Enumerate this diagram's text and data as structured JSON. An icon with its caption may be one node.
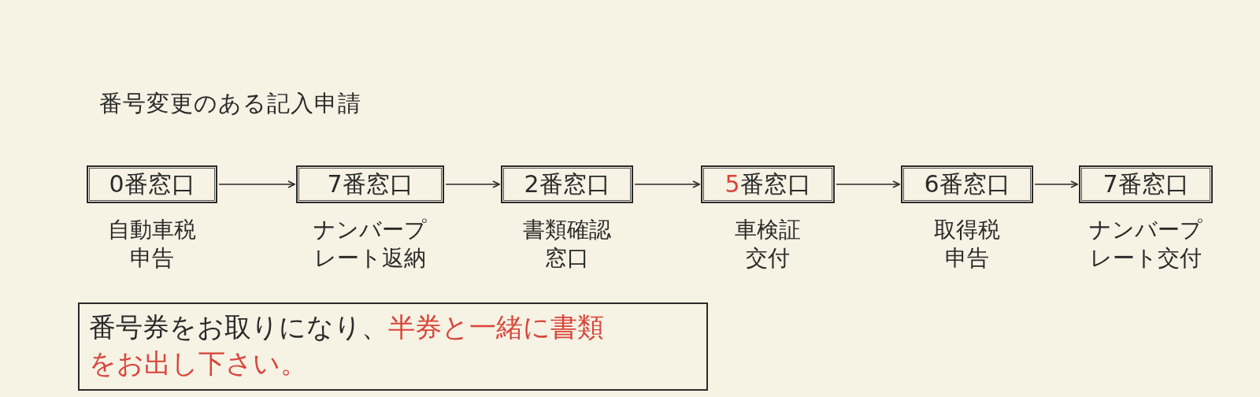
{
  "diagram": {
    "title": "番号変更のある記入申請",
    "nodes": [
      {
        "text": [
          "0番窓口"
        ],
        "beside": [
          "自動車税申告"
        ]
      },
      {
        "text": [
          "7番窓口"
        ],
        "beside": [
          "ナンバープレート返納"
        ]
      },
      {
        "text": [
          "2番窓口"
        ],
        "beside": [
          "書類確認窓口"
        ]
      },
      {
        "text": [
          "**5**番窓口"
        ],
        "beside": [
          "車検証交付"
        ]
      },
      {
        "text": [
          "6番窓口"
        ],
        "beside": [
          "取得税申告"
        ]
      },
      {
        "text": [
          "7番窓口"
        ],
        "beside": [
          "ナンバープレート交付"
        ]
      },
      {
        "text": [
          "番号券をお取りになり、**半券と一緒に書類をお出し下さい。**"
        ]
      }
    ],
    "edges": [
      {
        "from": 0,
        "to": 1,
        "arrow": "to"
      },
      {
        "from": 1,
        "to": 2,
        "arrow": "to"
      },
      {
        "from": 2,
        "to": 3,
        "arrow": "to"
      },
      {
        "from": 3,
        "to": 4,
        "arrow": "to"
      },
      {
        "from": 4,
        "to": 5,
        "arrow": "to"
      }
    ]
  }
}
